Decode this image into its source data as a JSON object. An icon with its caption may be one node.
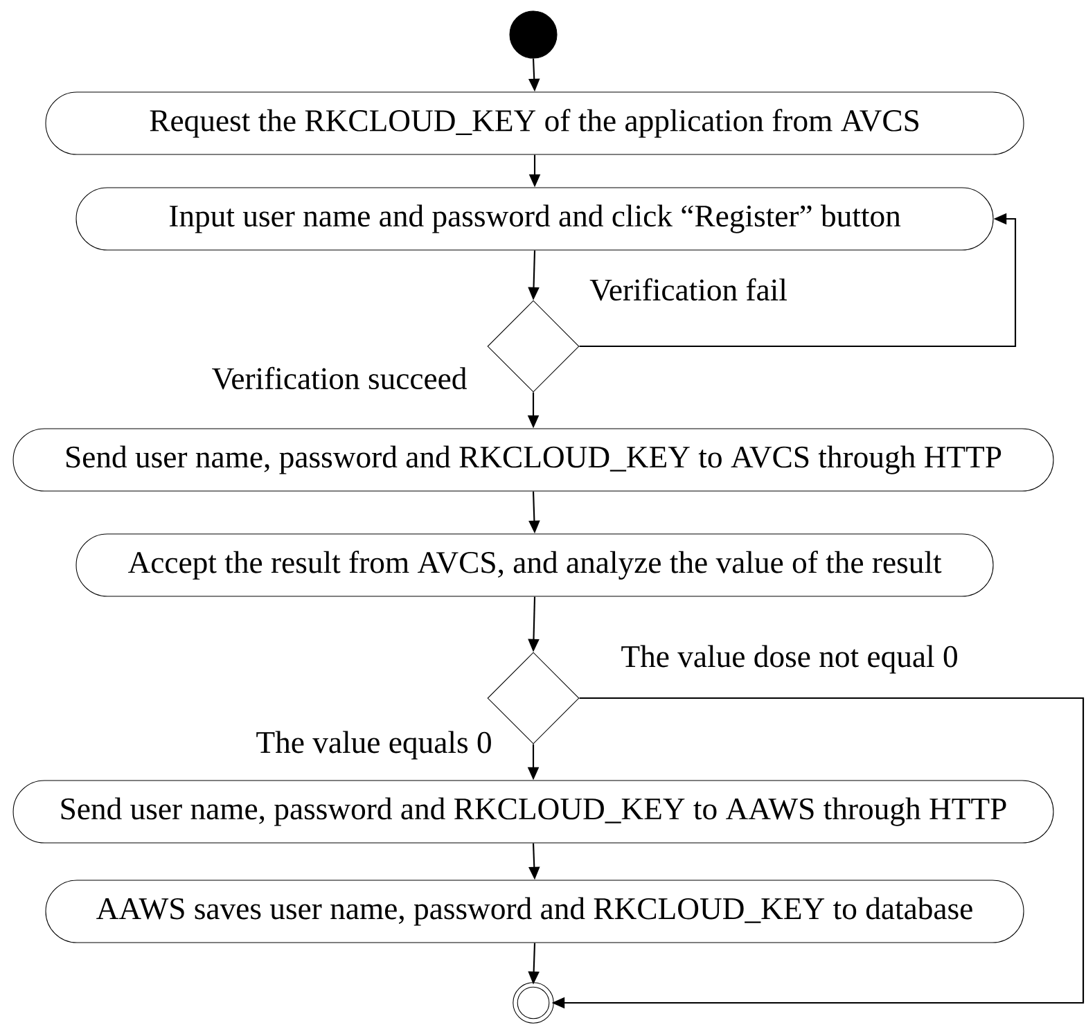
{
  "diagram": {
    "nodes": [
      {
        "text": [],
        "shape": "dot"
      },
      {
        "text": [
          "Request the RKCLOUD_KEY of the application from AVCS"
        ]
      },
      {
        "text": [
          "Input user name and password and click “Register” button"
        ]
      },
      {
        "text": [],
        "shape": "diamond"
      },
      {
        "text": [
          "Send user name, password and RKCLOUD_KEY to AVCS through HTTP"
        ]
      },
      {
        "text": [
          "Accept the result from AVCS, and analyze the value of the result"
        ]
      },
      {
        "text": [],
        "shape": "diamond"
      },
      {
        "text": [
          "Send user name, password and RKCLOUD_KEY to AAWS through HTTP"
        ]
      },
      {
        "text": [
          "AAWS saves user name, password and RKCLOUD_KEY to database"
        ]
      },
      {
        "text": [],
        "shape": "circle"
      }
    ],
    "edges": [
      {
        "from": 0,
        "to": 1,
        "arrow": "to"
      },
      {
        "from": 1,
        "to": 2,
        "arrow": "to"
      },
      {
        "from": 2,
        "to": 3,
        "arrow": "to"
      },
      {
        "from": 3,
        "to": 2,
        "arrow": "to",
        "label": "Verification fail"
      },
      {
        "from": 3,
        "to": 4,
        "arrow": "to",
        "label": "Verification succeed"
      },
      {
        "from": 4,
        "to": 5,
        "arrow": "to"
      },
      {
        "from": 5,
        "to": 6,
        "arrow": "to"
      },
      {
        "from": 6,
        "to": 7,
        "arrow": "to",
        "label": "The value equals 0"
      },
      {
        "from": 6,
        "to": 9,
        "arrow": "to",
        "label": "The value dose not equal 0"
      },
      {
        "from": 7,
        "to": 8,
        "arrow": "to"
      },
      {
        "from": 8,
        "to": 9,
        "arrow": "to"
      }
    ]
  }
}
